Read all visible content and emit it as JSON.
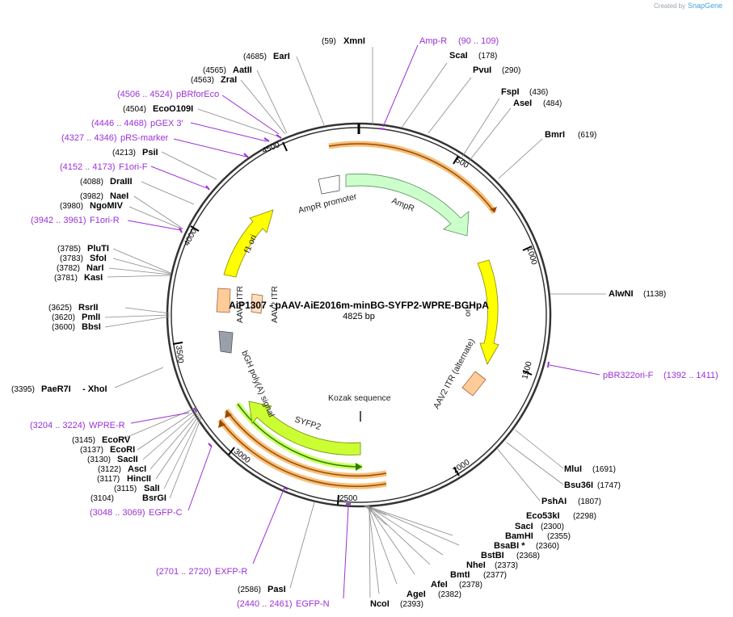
{
  "credit": {
    "created_by": "Created by",
    "brand": "SnapGene"
  },
  "plasmid": {
    "name": "AiP1307 - pAAV-AiE2016m-minBG-SYFP2-WPRE-BGHpA",
    "length_label": "4825 bp",
    "length": 4825
  },
  "ticks": [
    "500",
    "1000",
    "1500",
    "2000",
    "2500",
    "3000",
    "3500",
    "4000",
    "4500"
  ],
  "enzymes": [
    {
      "name": "XmnI",
      "pos": "(59)"
    },
    {
      "name": "ScaI",
      "pos": "(178)"
    },
    {
      "name": "PvuI",
      "pos": "(290)"
    },
    {
      "name": "FspI",
      "pos": "(436)"
    },
    {
      "name": "AseI",
      "pos": "(484)"
    },
    {
      "name": "BmrI",
      "pos": "(619)"
    },
    {
      "name": "AlwNI",
      "pos": "(1138)"
    },
    {
      "name": "MluI",
      "pos": "(1691)"
    },
    {
      "name": "Bsu36I",
      "pos": "(1747)"
    },
    {
      "name": "PshAI",
      "pos": "(1807)"
    },
    {
      "name": "Eco53kI",
      "pos": "(2298)"
    },
    {
      "name": "SacI",
      "pos": "(2300)"
    },
    {
      "name": "BamHI",
      "pos": "(2355)"
    },
    {
      "name": "BsaBI *",
      "pos": "(2360)"
    },
    {
      "name": "BstBI",
      "pos": "(2368)"
    },
    {
      "name": "NheI",
      "pos": "(2373)"
    },
    {
      "name": "BmtI",
      "pos": "(2377)"
    },
    {
      "name": "AfeI",
      "pos": "(2378)"
    },
    {
      "name": "AgeI",
      "pos": "(2382)"
    },
    {
      "name": "NcoI",
      "pos": "(2393)"
    },
    {
      "name": "PasI",
      "pos": "(2586)"
    },
    {
      "name": "BsrGI",
      "pos": "(3104)"
    },
    {
      "name": "SalI",
      "pos": "(3115)"
    },
    {
      "name": "HincII",
      "pos": "(3117)"
    },
    {
      "name": "AscI",
      "pos": "(3122)"
    },
    {
      "name": "SacII",
      "pos": "(3130)"
    },
    {
      "name": "EcoRI",
      "pos": "(3137)"
    },
    {
      "name": "EcoRV",
      "pos": "(3145)"
    },
    {
      "name": "PaeR7I",
      "pos": "(3395)",
      "extra": "- XhoI"
    },
    {
      "name": "BbsI",
      "pos": "(3600)"
    },
    {
      "name": "PmlI",
      "pos": "(3620)"
    },
    {
      "name": "RsrII",
      "pos": "(3625)"
    },
    {
      "name": "KasI",
      "pos": "(3781)"
    },
    {
      "name": "NarI",
      "pos": "(3782)"
    },
    {
      "name": "SfoI",
      "pos": "(3783)"
    },
    {
      "name": "PluTI",
      "pos": "(3785)"
    },
    {
      "name": "NgoMIV",
      "pos": "(3980)"
    },
    {
      "name": "NaeI",
      "pos": "(3982)"
    },
    {
      "name": "DraIII",
      "pos": "(4088)"
    },
    {
      "name": "PsiI",
      "pos": "(4213)"
    },
    {
      "name": "EcoO109I",
      "pos": "(4504)"
    },
    {
      "name": "ZraI",
      "pos": "(4563)"
    },
    {
      "name": "AatII",
      "pos": "(4565)"
    },
    {
      "name": "EarI",
      "pos": "(4685)"
    }
  ],
  "primers": [
    {
      "name": "Amp-R",
      "range": "(90 .. 109)"
    },
    {
      "name": "pBR322ori-F",
      "range": "(1392 .. 1411)"
    },
    {
      "name": "EGFP-N",
      "range": "(2440 .. 2461)"
    },
    {
      "name": "EXFP-R",
      "range": "(2701 .. 2720)"
    },
    {
      "name": "EGFP-C",
      "range": "(3048 .. 3069)"
    },
    {
      "name": "WPRE-R",
      "range": "(3204 .. 3224)"
    },
    {
      "name": "F1ori-R",
      "range": "(3942 .. 3961)"
    },
    {
      "name": "F1ori-F",
      "range": "(4152 .. 4173)"
    },
    {
      "name": "pRS-marker",
      "range": "(4327 .. 4346)"
    },
    {
      "name": "pGEX 3'",
      "range": "(4446 .. 4468)"
    },
    {
      "name": "pBRforEco",
      "range": "(4506 .. 4524)"
    }
  ],
  "features": [
    {
      "name": "AmpR promoter",
      "color": "#ffffff"
    },
    {
      "name": "AmpR",
      "color": "#ccffcc"
    },
    {
      "name": "ori",
      "color": "#ffff00"
    },
    {
      "name": "AAV2 ITR (alternate)",
      "color": "#ffcc99"
    },
    {
      "name": "Kozak sequence",
      "color": "#000000"
    },
    {
      "name": "SYFP2",
      "color": "#ccff33"
    },
    {
      "name": "bGH poly(A) signal",
      "color": "#99a0aa"
    },
    {
      "name": "AAV2 ITR",
      "color": "#ffcc99"
    },
    {
      "name": "AAV2 ITR",
      "color": "#ffddbb"
    },
    {
      "name": "f1 ori",
      "color": "#ffff00"
    }
  ],
  "colors": {
    "backbone": "#333333",
    "enzyme_line": "#888888",
    "primer": "#9b30d8",
    "orange_arc": "#f5c07a",
    "orange_arc_inner": "#9b4a00",
    "green_arc_inner": "#2e7d00"
  }
}
